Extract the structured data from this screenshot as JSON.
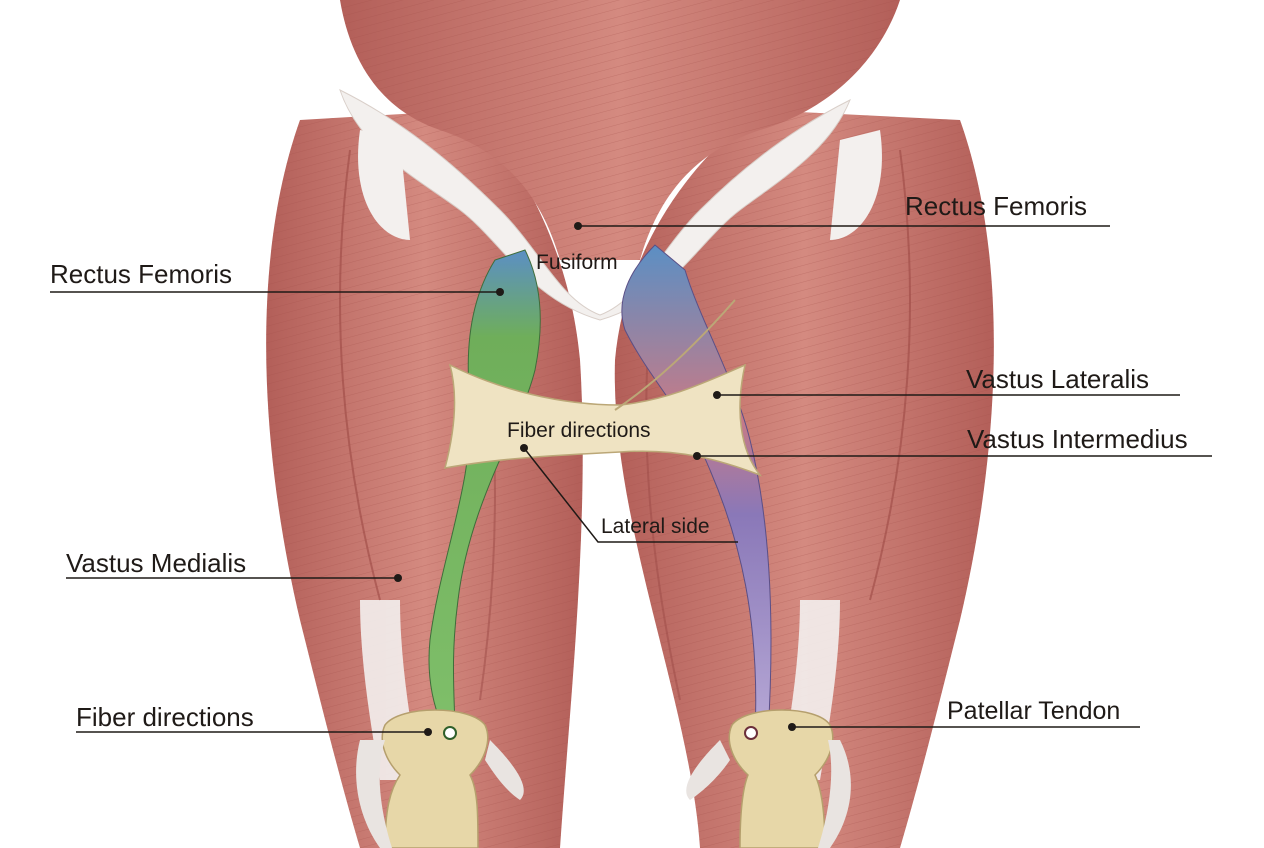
{
  "labels": {
    "rectus_femoris_right": "Rectus Femoris",
    "rectus_femoris_left": "Rectus Femoris",
    "fusiform": "Fusiform",
    "vastus_lateralis": "Vastus Lateralis",
    "fiber_directions_center": "Fiber directions",
    "vastus_intermedius": "Vastus Intermedius",
    "lateral_side": "Lateral side",
    "vastus_medialis": "Vastus Medialis",
    "fiber_directions_bottom": "Fiber directions",
    "patellar_tendon": "Patellar Tendon"
  },
  "colors": {
    "muscle": "#c8726a",
    "muscle_dark": "#a5504b",
    "muscle_light": "#e3a59c",
    "tendon": "#f3f0ee",
    "bone": "#e7d7a8",
    "fascia_band": "#efe3c2",
    "highlight_green": "#6fae5a",
    "highlight_blue": "#5b8fc4",
    "highlight_purple": "#8a78b8",
    "leader_line": "#1f1a17"
  }
}
